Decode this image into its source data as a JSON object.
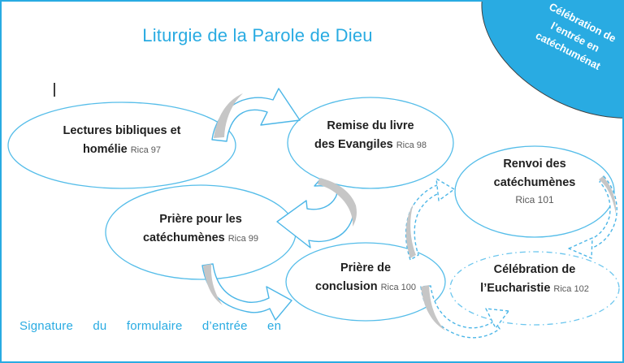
{
  "title": "Liturgie de la Parole de Dieu",
  "cursor": "|",
  "badge": {
    "label": "Célébration de\nl’entrée en\ncatéchuménat"
  },
  "nodes": [
    {
      "title": "Lectures bibliques et\nhomélie",
      "ref": "Rica 97"
    },
    {
      "title": "Remise du livre\ndes Evangiles",
      "ref": "Rica 98"
    },
    {
      "title": "Prière pour les\ncatéchumènes",
      "ref": "Rica 99"
    },
    {
      "title": "Prière de\nconclusion",
      "ref": "Rica 100"
    },
    {
      "title": "Renvoi des\ncatéchumènes",
      "ref": "Rica 101"
    },
    {
      "title": "Célébration de\nl’Eucharistie",
      "ref": "Rica 102"
    }
  ],
  "footer": "Signature du formulaire d’entrée en",
  "colors": {
    "accent": "#29abe2",
    "node_stroke": "#55bde9",
    "node_stroke_light": "#6cc6ee",
    "arrow_stroke": "#4cb6e7",
    "arrow_gray": "#c6c6c6",
    "text": "#1f1f1f",
    "ref_text": "#595959"
  }
}
